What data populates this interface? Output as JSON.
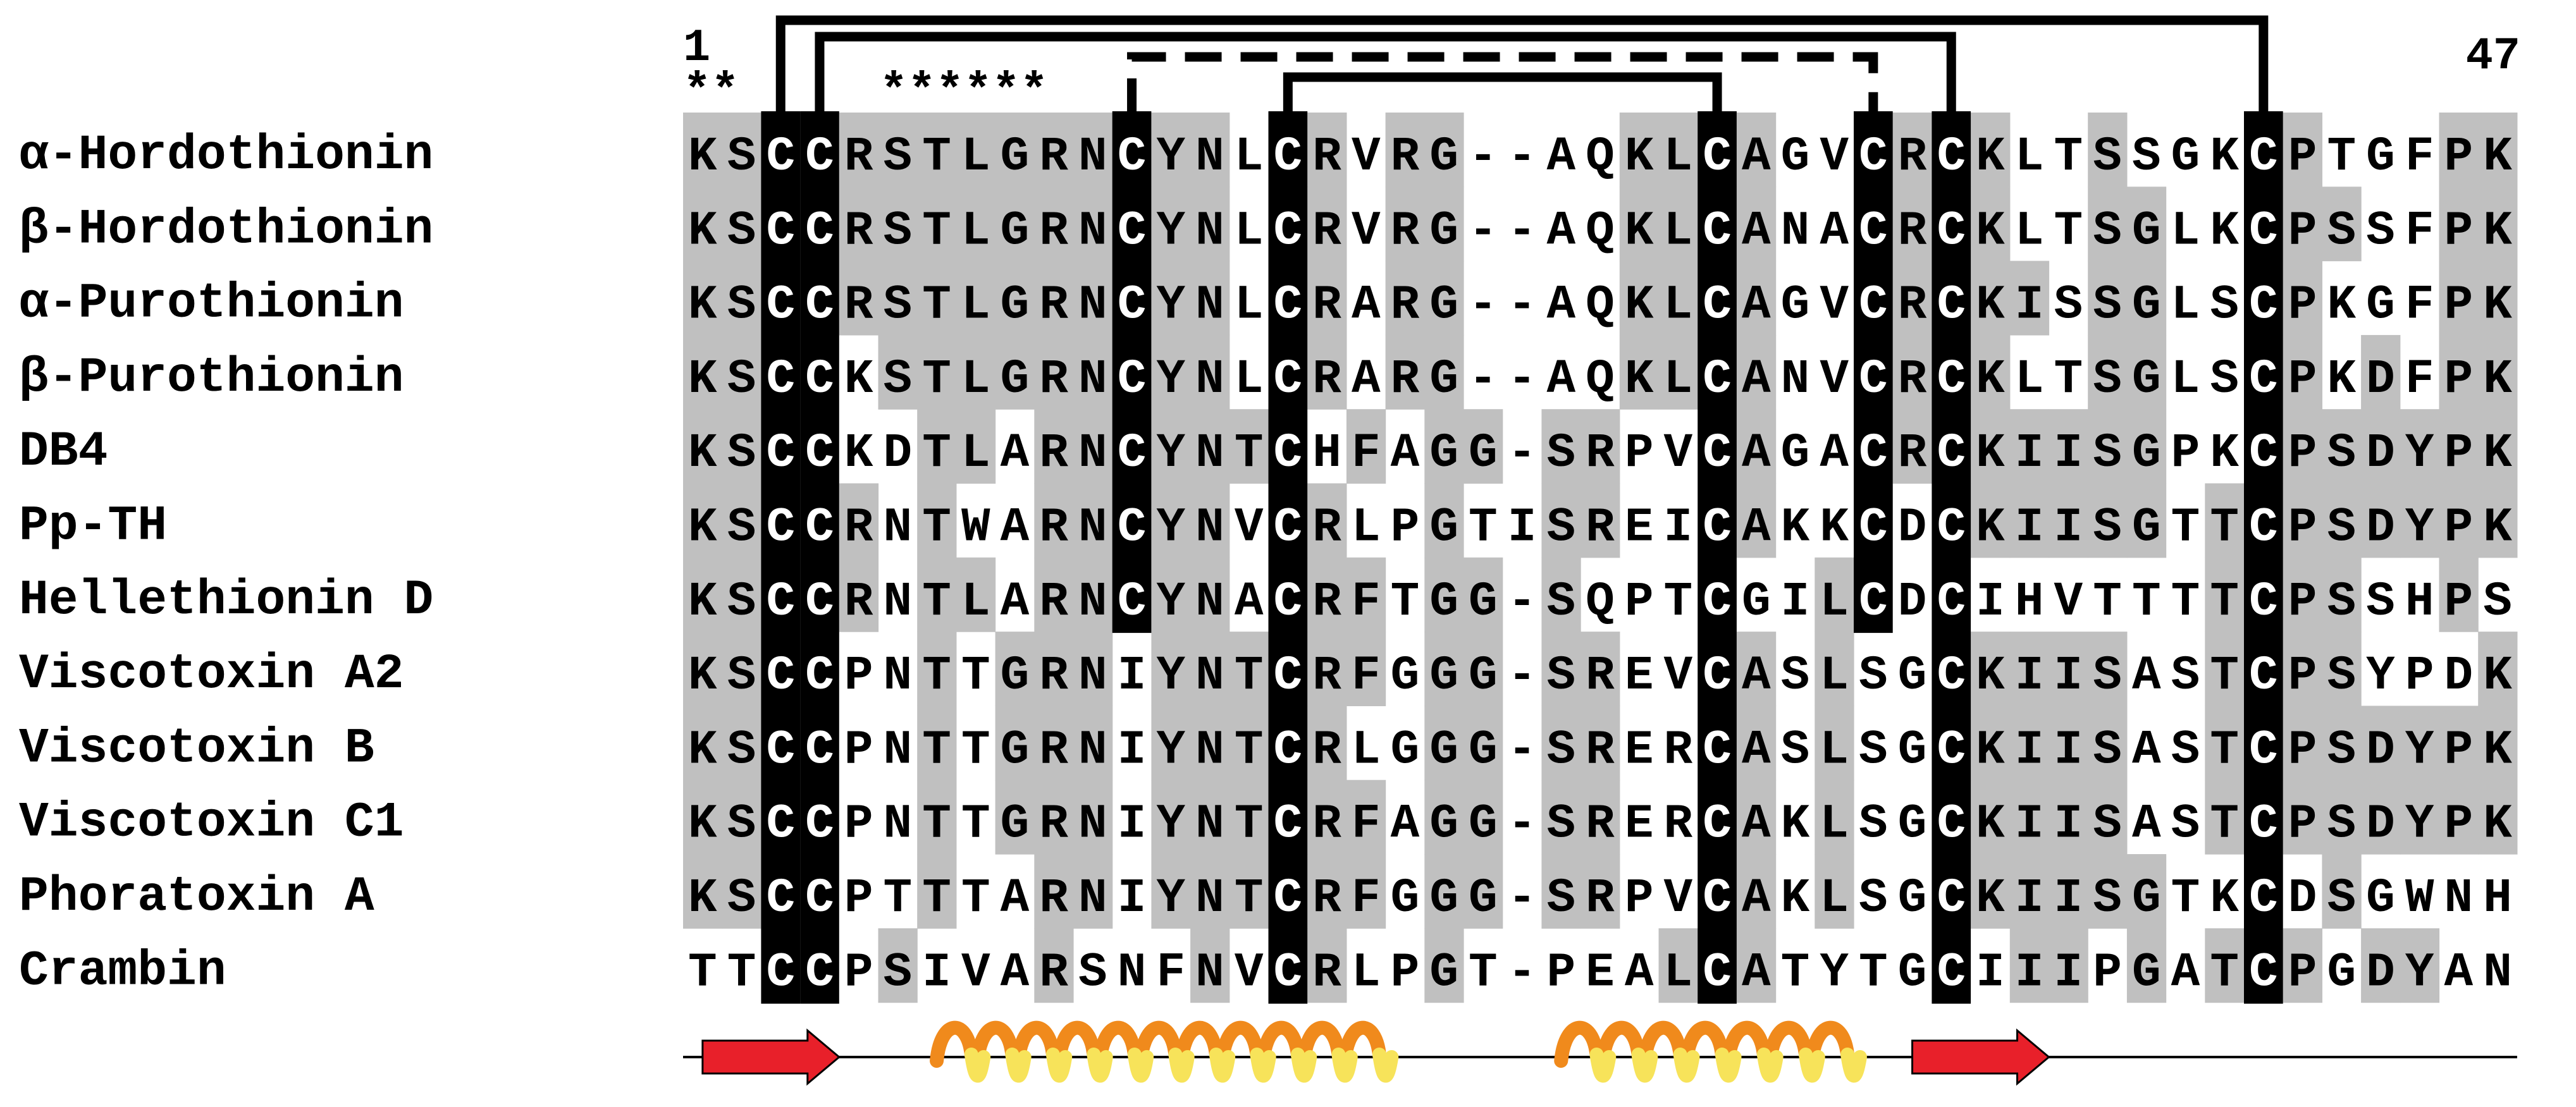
{
  "position_labels": {
    "start": "1",
    "end": "47"
  },
  "asterisk_row": "**     ******",
  "sequences": [
    {
      "name": "α-Hordothionin",
      "seq": "KSCCRSTLGRNCYNLCRVRG--AQKLCAGVCRCKLTSSGKCPTGFPK"
    },
    {
      "name": "β-Hordothionin",
      "seq": "KSCCRSTLGRNCYNLCRVRG--AQKLCANACRCKLTSGLKCPSSFPK"
    },
    {
      "name": "α-Purothionin",
      "seq": "KSCCRSTLGRNCYNLCRARG--AQKLCAGVCRCKISSGLSCPKGFPK"
    },
    {
      "name": "β-Purothionin",
      "seq": "KSCCKSTLGRNCYNLCRARG--AQKLCANVCRCKLTSGLSCPKDFPK"
    },
    {
      "name": "DB4",
      "seq": "KSCCKDTLARNCYNTCHFAGG-SRPVCAGACRCKIISGPKCPSDYPK"
    },
    {
      "name": "Pp-TH",
      "seq": "KSCCRNTWARNCYNVCRLPGTISREICAKKCDCKIISGTTCPSDYPK"
    },
    {
      "name": "Hellethionin D",
      "seq": "KSCCRNTLARNCYNACRFTGG-SQPTCGILCDCIHVTTTTCPSSHPS"
    },
    {
      "name": "Viscotoxin A2",
      "seq": "KSCCPNTTGRNIYNTCRFGGG-SREVCASLSGCKIISASTCPSYPDK"
    },
    {
      "name": "Viscotoxin B",
      "seq": "KSCCPNTTGRNIYNTCRLGGG-SRERCASLSGCKIISASTCPSDYPK"
    },
    {
      "name": "Viscotoxin C1",
      "seq": "KSCCPNTTGRNIYNTCRFAGG-SRERCAKLSGCKIISASTCPSDYPK"
    },
    {
      "name": "Phoratoxin A",
      "seq": "KSCCPTTTARNIYNTCRFGGG-SRPVCAKLSGCKIISGTKCDSGWNH"
    },
    {
      "name": "Crambin",
      "seq": "TTCCPSIVARSNFNVCRLPGT-PEALCATYTGCIIIPGATCPGDYAN"
    }
  ],
  "cysteine_columns": [
    3,
    4,
    12,
    16,
    27,
    31,
    33,
    41
  ],
  "disulfide_bonds": [
    {
      "from": 3,
      "to": 41,
      "style": "solid"
    },
    {
      "from": 4,
      "to": 33,
      "style": "solid"
    },
    {
      "from": 12,
      "to": 31,
      "style": "dashed"
    },
    {
      "from": 16,
      "to": 27,
      "style": "solid"
    }
  ],
  "secondary_structure": [
    {
      "type": "strand",
      "start": 1,
      "end": 4
    },
    {
      "type": "helix",
      "start": 7,
      "end": 18
    },
    {
      "type": "helix",
      "start": 23,
      "end": 30
    },
    {
      "type": "strand",
      "start": 32,
      "end": 35
    }
  ],
  "colors": {
    "shade": "#c0c0c0",
    "cys_bg": "#000000",
    "cys_fg": "#ffffff",
    "text": "#000000",
    "strand": "#e8202a",
    "helix_front": "#f7e35a",
    "helix_back": "#f08a1c"
  }
}
